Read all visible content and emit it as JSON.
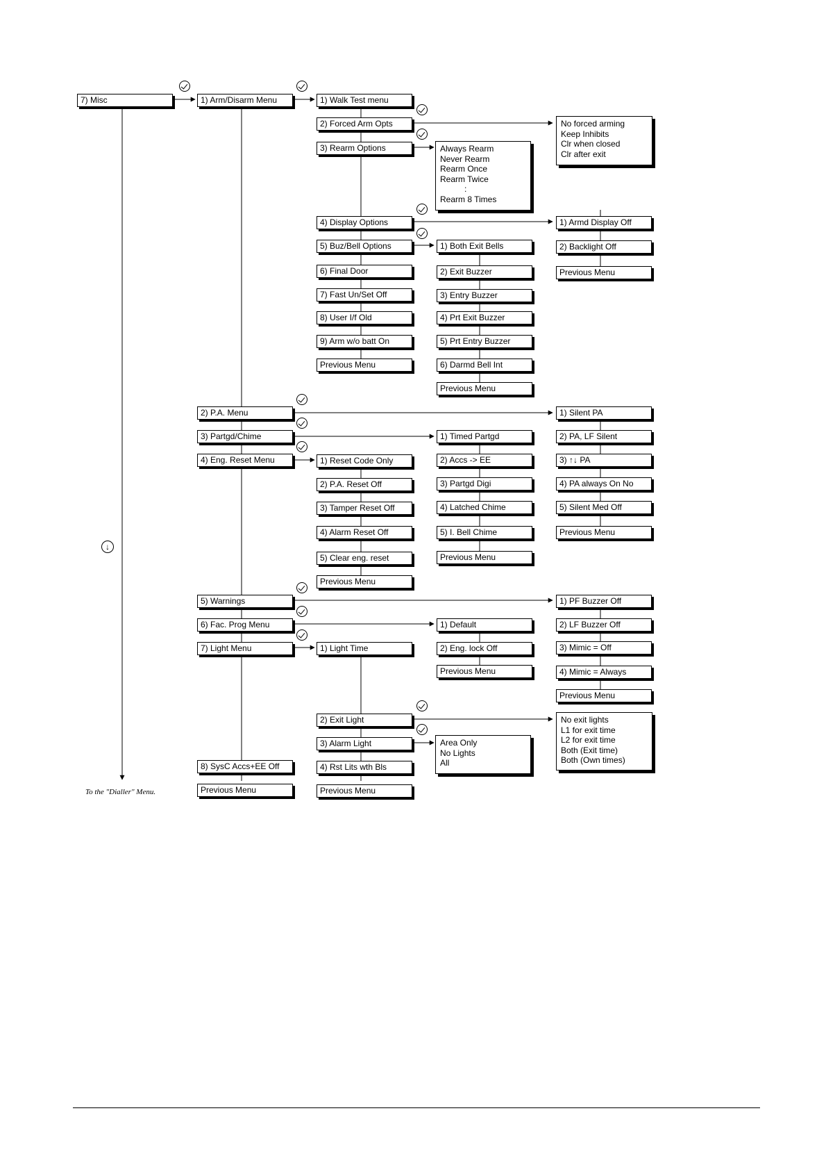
{
  "nodes": {
    "misc": "7) Misc",
    "c2": {
      "arm_disarm": "1) Arm/Disarm Menu",
      "pa_menu": "2) P.A. Menu",
      "partgd_chime": "3) Partgd/Chime",
      "eng_reset": "4) Eng. Reset Menu",
      "warnings": "5) Warnings",
      "fac_prog": "6) Fac. Prog Menu",
      "light_menu": "7) Light Menu",
      "sysc_accs": "8) SysC Accs+EE Off",
      "previous": "Previous Menu"
    },
    "arm": {
      "walk_test": "1) Walk Test menu",
      "forced_arm": "2) Forced Arm Opts",
      "rearm": "3) Rearm Options",
      "display": "4) Display Options",
      "buz_bell": "5) Buz/Bell Options",
      "final_door": "6) Final Door",
      "fast_unset": "7) Fast Un/Set Off",
      "user_if_old": "8) User I/f Old",
      "arm_wo_batt": "9) Arm w/o batt On",
      "previous": "Previous Menu"
    },
    "forced_options": [
      "No forced arming",
      "Keep Inhibits",
      "Clr when closed",
      "Clr after exit"
    ],
    "rearm_options": [
      "Always Rearm",
      "Never Rearm",
      "Rearm Once",
      "Rearm Twice",
      ":",
      "Rearm 8 Times"
    ],
    "display": {
      "armd_display": "1) Armd Display Off",
      "backlight": "2) Backlight Off",
      "previous": "Previous Menu"
    },
    "bell": {
      "both_exit": "1) Both Exit Bells",
      "exit_buzzer": "2) Exit Buzzer",
      "entry_buzzer": "3) Entry Buzzer",
      "prt_exit": "4) Prt Exit Buzzer",
      "prt_entry": "5) Prt Entry Buzzer",
      "darmd_bell": "6) Darmd Bell Int",
      "previous": "Previous Menu"
    },
    "pa": {
      "silent_pa": "1) Silent PA",
      "pa_lf": "2) PA, LF Silent",
      "keys_pa": "3) ↑↓ PA",
      "pa_always": "4) PA always On No",
      "silent_med": "5) Silent Med Off",
      "previous": "Previous Menu"
    },
    "partgd": {
      "timed": "1) Timed Partgd",
      "accs_ee": "2) Accs -> EE",
      "digi": "3) Partgd Digi",
      "latched": "4) Latched Chime",
      "bell_chime": "5) I. Bell Chime",
      "previous": "Previous Menu"
    },
    "eng": {
      "reset_code": "1) Reset Code Only",
      "pa_reset": "2) P.A. Reset Off",
      "tamper": "3) Tamper Reset Off",
      "alarm_reset": "4) Alarm Reset Off",
      "clear_eng": "5) Clear eng. reset",
      "previous": "Previous Menu"
    },
    "warn": {
      "pf_buzzer": "1) PF Buzzer Off",
      "lf_buzzer": "2) LF Buzzer Off",
      "mimic_off": "3) Mimic = Off",
      "mimic_always": "4) Mimic = Always",
      "previous": "Previous Menu"
    },
    "fac": {
      "default": "1) Default",
      "eng_lock": "2) Eng. lock Off",
      "previous": "Previous Menu"
    },
    "light": {
      "light_time": "1) Light Time",
      "exit_light": "2) Exit Light",
      "alarm_light": "3) Alarm Light",
      "rst_lits": "4) Rst Lits wth Bls",
      "previous": "Previous Menu"
    },
    "exit_light_options": [
      "No exit lights",
      "L1 for exit time",
      "L2 for exit time",
      "Both (Exit time)",
      "Both (Own times)"
    ],
    "alarm_light_options": [
      "Area Only",
      "No Lights",
      "All"
    ]
  },
  "footer_note": "To the \"Dialler\" Menu.",
  "down_glyph": "↓"
}
